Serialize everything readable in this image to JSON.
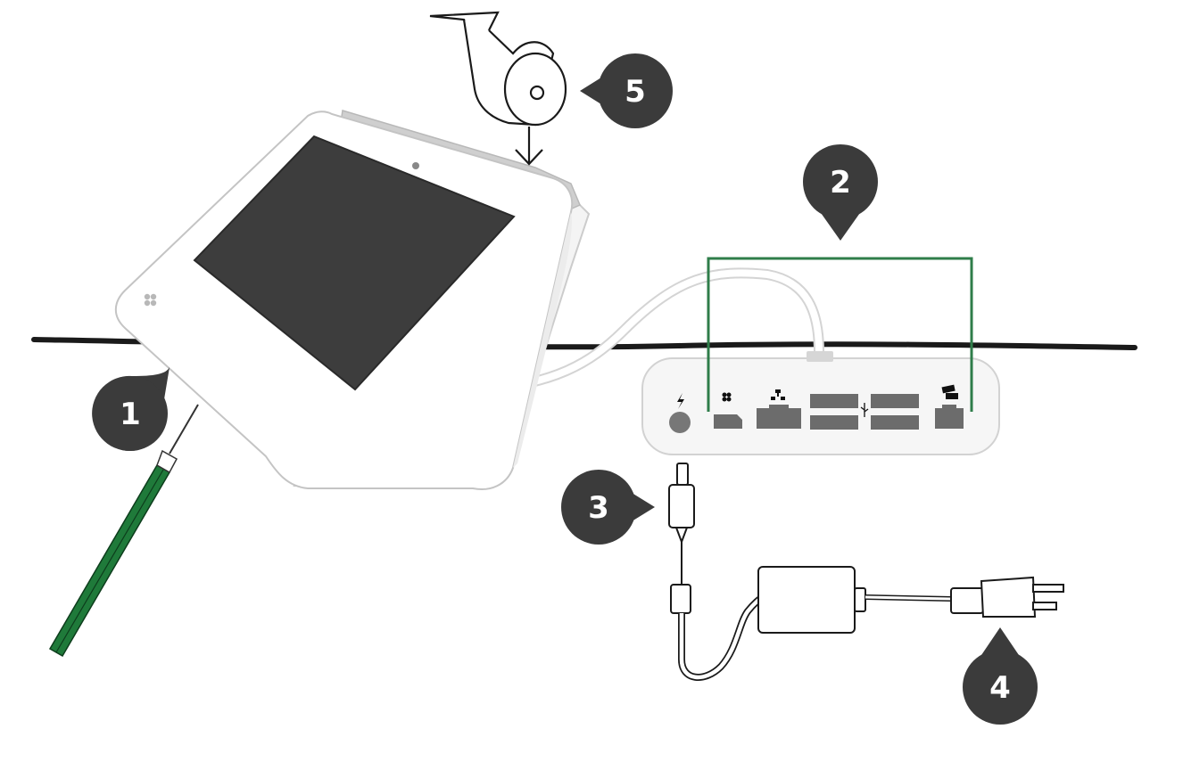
{
  "callouts": [
    {
      "id": "1",
      "label": "1"
    },
    {
      "id": "2",
      "label": "2"
    },
    {
      "id": "3",
      "label": "3"
    },
    {
      "id": "4",
      "label": "4"
    },
    {
      "id": "5",
      "label": "5"
    }
  ],
  "colors": {
    "callout_fill": "#3b3b3b",
    "screen": "#3d3d3d",
    "device_body": "#ffffff",
    "outline": "#c8c8c8",
    "bracket": "#2f7d4a",
    "stylus": "#1f7a3a",
    "table_line": "#1a1a1a",
    "port": "#666666"
  },
  "icons": {
    "clover_logo": "clover-logo-icon",
    "power": "lightning-icon",
    "clover_port": "clover-port-icon",
    "ethernet": "ethernet-icon",
    "usb": "usb-icon",
    "cash_drawer": "cash-drawer-icon",
    "paper_roll": "paper-roll-icon",
    "down_arrow": "down-arrow-icon"
  }
}
